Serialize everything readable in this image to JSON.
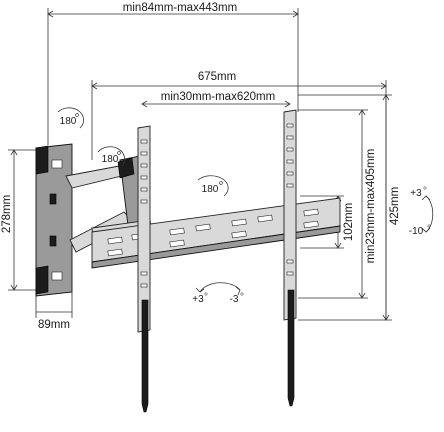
{
  "diagram": {
    "dimensions": {
      "top_width": "min84mm-max443mm",
      "vesa_width": "675mm",
      "arm_span": "min30mm-max620mm",
      "left_height": "278mm",
      "bottom_depth": "89mm",
      "vesa_height": "425mm",
      "vertical_range": "min23mm-max405mm",
      "bracket_height": "102mm"
    },
    "rotations": {
      "swivel_outer": "180",
      "swivel_mid": "180",
      "swivel_inner": "180"
    },
    "tilt": {
      "rotate_plus": "+3",
      "rotate_minus": "-3",
      "tilt_plus": "+3",
      "tilt_minus": "-10"
    }
  }
}
